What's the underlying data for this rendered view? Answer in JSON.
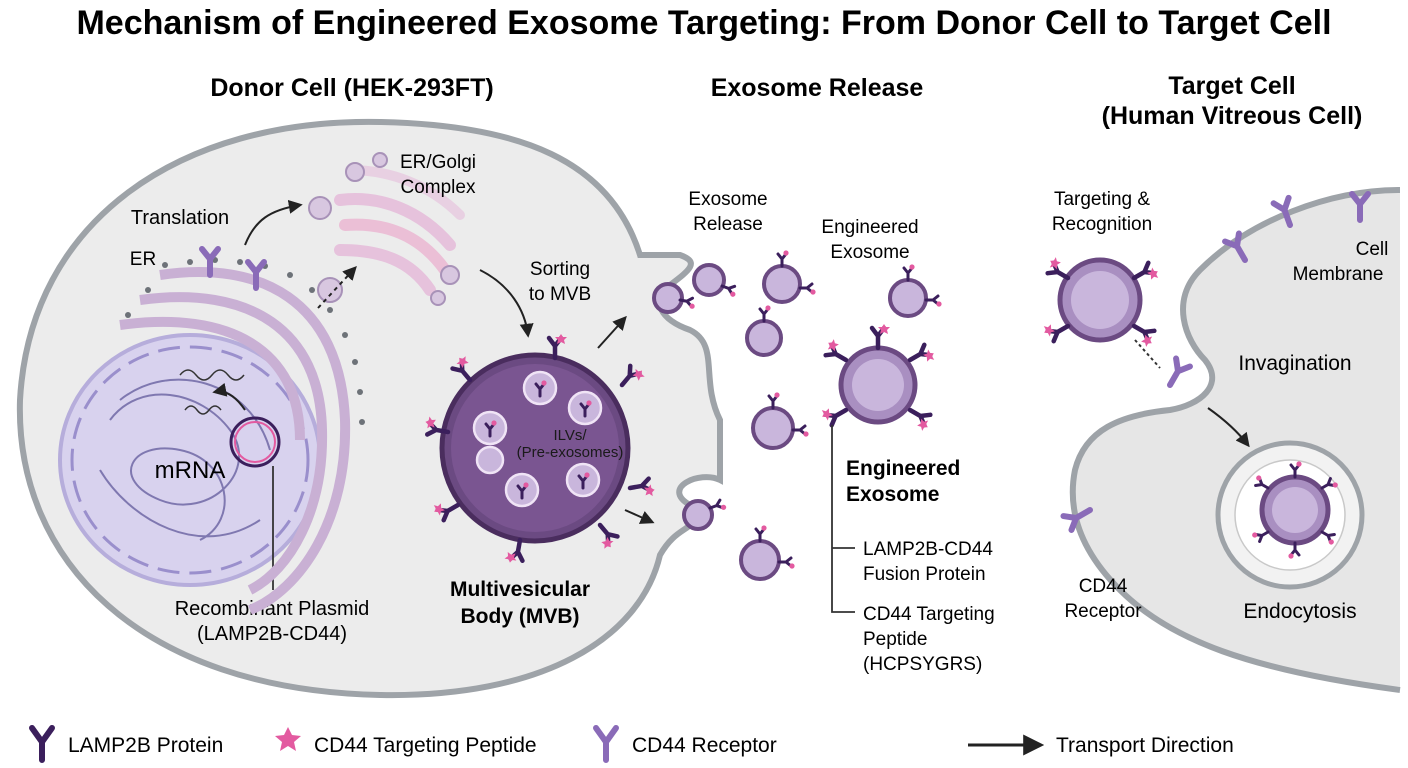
{
  "title": "Mechanism of Engineered Exosome Targeting: From Donor Cell to Target Cell",
  "sections": {
    "donor": "Donor Cell (HEK-293FT)",
    "release": "Exosome Release",
    "target_line1": "Target Cell",
    "target_line2": "(Human Vitreous Cell)"
  },
  "labels": {
    "er_golgi_1": "ER/Golgi",
    "er_golgi_2": "Complex",
    "translation": "Translation",
    "er": "ER",
    "mrna": "mRNA",
    "plasmid_1": "Recombinant Plasmid",
    "plasmid_2": "(LAMP2B-CD44)",
    "sorting_1": "Sorting",
    "sorting_2": "to MVB",
    "ilvs_1": "ILVs/",
    "ilvs_2": "(Pre-exosomes)",
    "mvb_1": "Multivesicular",
    "mvb_2": "Body (MVB)",
    "exo_release_1": "Exosome",
    "exo_release_2": "Release",
    "eng_exo_small_1": "Engineered",
    "eng_exo_small_2": "Exosome",
    "eng_exo_big_1": "Engineered",
    "eng_exo_big_2": "Exosome",
    "fusion_1": "LAMP2B-CD44",
    "fusion_2": "Fusion Protein",
    "peptide_1": "CD44 Targeting",
    "peptide_2": "Peptide",
    "peptide_3": "(HCPSYGRS)",
    "targeting_1": "Targeting &",
    "targeting_2": "Recognition",
    "cell_membrane_1": "Cell",
    "cell_membrane_2": "Membrane",
    "invagination": "Invagination",
    "cd44_receptor_1": "CD44",
    "cd44_receptor_2": "Receptor",
    "endocytosis": "Endocytosis"
  },
  "legend": {
    "lamp2b": "LAMP2B Protein",
    "peptide": "CD44 Targeting Peptide",
    "receptor": "CD44 Receptor",
    "transport": "Transport Direction"
  },
  "colors": {
    "lamp2b": "#3b1f5c",
    "peptide": "#e35aa0",
    "receptor": "#8a6bb8",
    "cell_fill": "#ececec",
    "cell_stroke": "#9ea3a8",
    "mvb": "#6b4a82",
    "exosome": "#c9b6dc",
    "nucleus": "#dcd6f0",
    "golgi": "#e6c2dc"
  }
}
